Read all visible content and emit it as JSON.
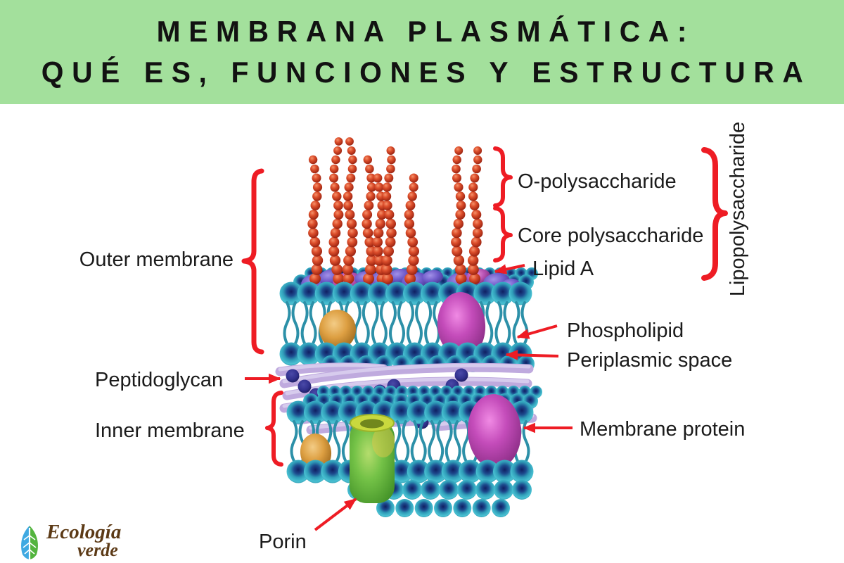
{
  "banner": {
    "line1": "MEMBRANA PLASMÁTICA:",
    "line2": "QUÉ ES, FUNCIONES Y ESTRUCTURA"
  },
  "diagram": {
    "labels": {
      "outer_membrane": "Outer membrane",
      "o_polysaccharide": "O-polysaccharide",
      "core_polysaccharide": "Core polysaccharide",
      "lipid_a": "Lipid A",
      "lipopolysaccharide": "Lipopolysaccharide",
      "phospholipid": "Phospholipid",
      "periplasmic_space": "Periplasmic space",
      "peptidoglycan": "Peptidoglycan",
      "inner_membrane": "Inner membrane",
      "membrane_protein": "Membrane protein",
      "porin": "Porin"
    },
    "colors": {
      "banner_green": "#a3e09c",
      "annotation_red": "#ee1c24",
      "label_text": "#1b1b1b",
      "lipid_head_teal": "#3fb0c5",
      "o_polysaccharide_red": "#d94a2c",
      "lipid_a_purple": "#6f5ac9",
      "peptidoglycan_lavender": "#bfaade",
      "protein_orange": "#dd9f42",
      "protein_magenta": "#c44cba",
      "porin_green": "#74c247"
    }
  },
  "logo": {
    "word1": "Ecología",
    "word2": "verde"
  }
}
